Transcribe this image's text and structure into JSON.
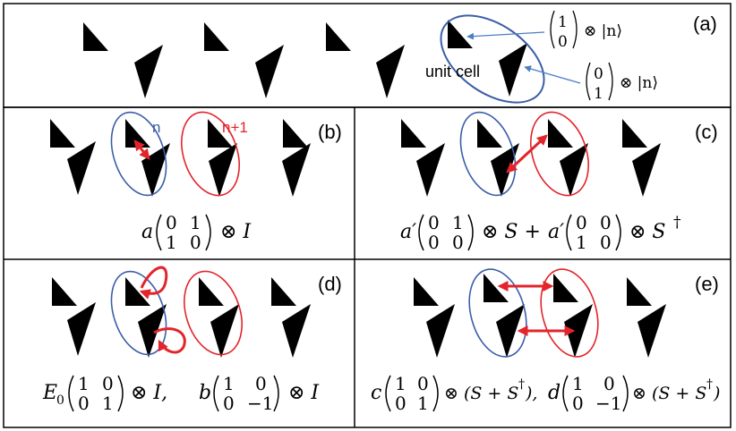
{
  "panels": {
    "a": {
      "label": "(a)",
      "unit_cell": "unit cell",
      "ket": "⊗ |n⟩",
      "top_vec": [
        "1",
        "0"
      ],
      "bot_vec": [
        "0",
        "1"
      ]
    },
    "b": {
      "label": "(b)",
      "n_label": "n",
      "n1_label": "n+1",
      "coef": "a",
      "matrix": [
        "0",
        "1",
        "1",
        "0"
      ],
      "rest": "⊗ I"
    },
    "c": {
      "label": "(c)",
      "coef1": "a′",
      "m1": [
        "0",
        "1",
        "0",
        "0"
      ],
      "op1": "⊗ S + ",
      "coef2": "a′",
      "m2": [
        "0",
        "0",
        "1",
        "0"
      ],
      "op2": "⊗ S",
      "dag": "†"
    },
    "d": {
      "label": "(d)",
      "coef1": "E",
      "sub": "0",
      "m1": [
        "1",
        "0",
        "0",
        "1"
      ],
      "op1": "⊗ I,",
      "coef2": "b",
      "m2": [
        "1",
        "0",
        "0",
        "−1"
      ],
      "op2": "⊗ I"
    },
    "e": {
      "label": "(e)",
      "coef1": "c",
      "m1": [
        "1",
        "0",
        "0",
        "1"
      ],
      "op1": "⊗ (S + S",
      "coef2": "d",
      "m2": [
        "1",
        "0",
        "0",
        "−1"
      ],
      "op2": "⊗ (S + S",
      "dag": "†",
      "close1": "),",
      "close2": ")"
    }
  },
  "colors": {
    "blue": "#3b5ea8",
    "red": "#e3242b",
    "arrow_red": "#e3242b",
    "arrow_blue": "#4a7fc1"
  }
}
